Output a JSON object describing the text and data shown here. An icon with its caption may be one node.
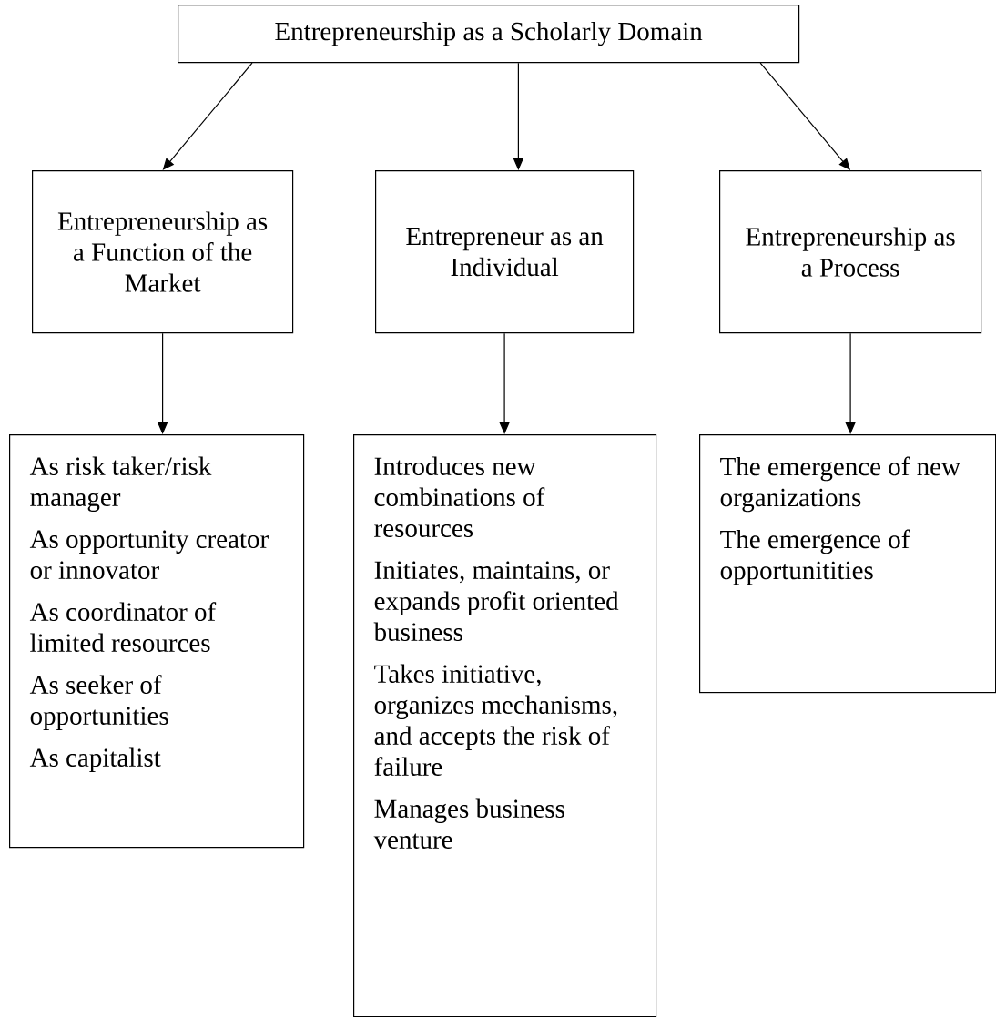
{
  "diagram": {
    "nodes": [
      {
        "text": [
          "Entrepreneurship as a Scholarly Domain"
        ]
      },
      {
        "text": [
          "Entrepreneurship as a Function of the Market"
        ]
      },
      {
        "text": [
          "Entrepreneur as an Individual"
        ]
      },
      {
        "text": [
          "Entrepreneurship as a Process"
        ]
      },
      {
        "text": [
          "As risk taker/risk manager",
          "As opportunity creator or innovator",
          "As coordinator of limited resources",
          "As seeker of opportunities",
          "As capitalist"
        ]
      },
      {
        "text": [
          "Introduces new combinations of resources",
          "Initiates, maintains, or expands profit oriented business",
          "Takes initiative, organizes mechanisms, and accepts the risk of failure",
          "Manages business venture"
        ]
      },
      {
        "text": [
          "The emergence of new organizations",
          "The emergence of opportunitities"
        ]
      }
    ],
    "edges": [
      {
        "from": 0,
        "to": 1,
        "arrow": "to"
      },
      {
        "from": 0,
        "to": 2,
        "arrow": "to"
      },
      {
        "from": 0,
        "to": 3,
        "arrow": "to"
      },
      {
        "from": 1,
        "to": 4,
        "arrow": "to"
      },
      {
        "from": 2,
        "to": 5,
        "arrow": "to"
      },
      {
        "from": 3,
        "to": 6,
        "arrow": "to"
      }
    ]
  }
}
